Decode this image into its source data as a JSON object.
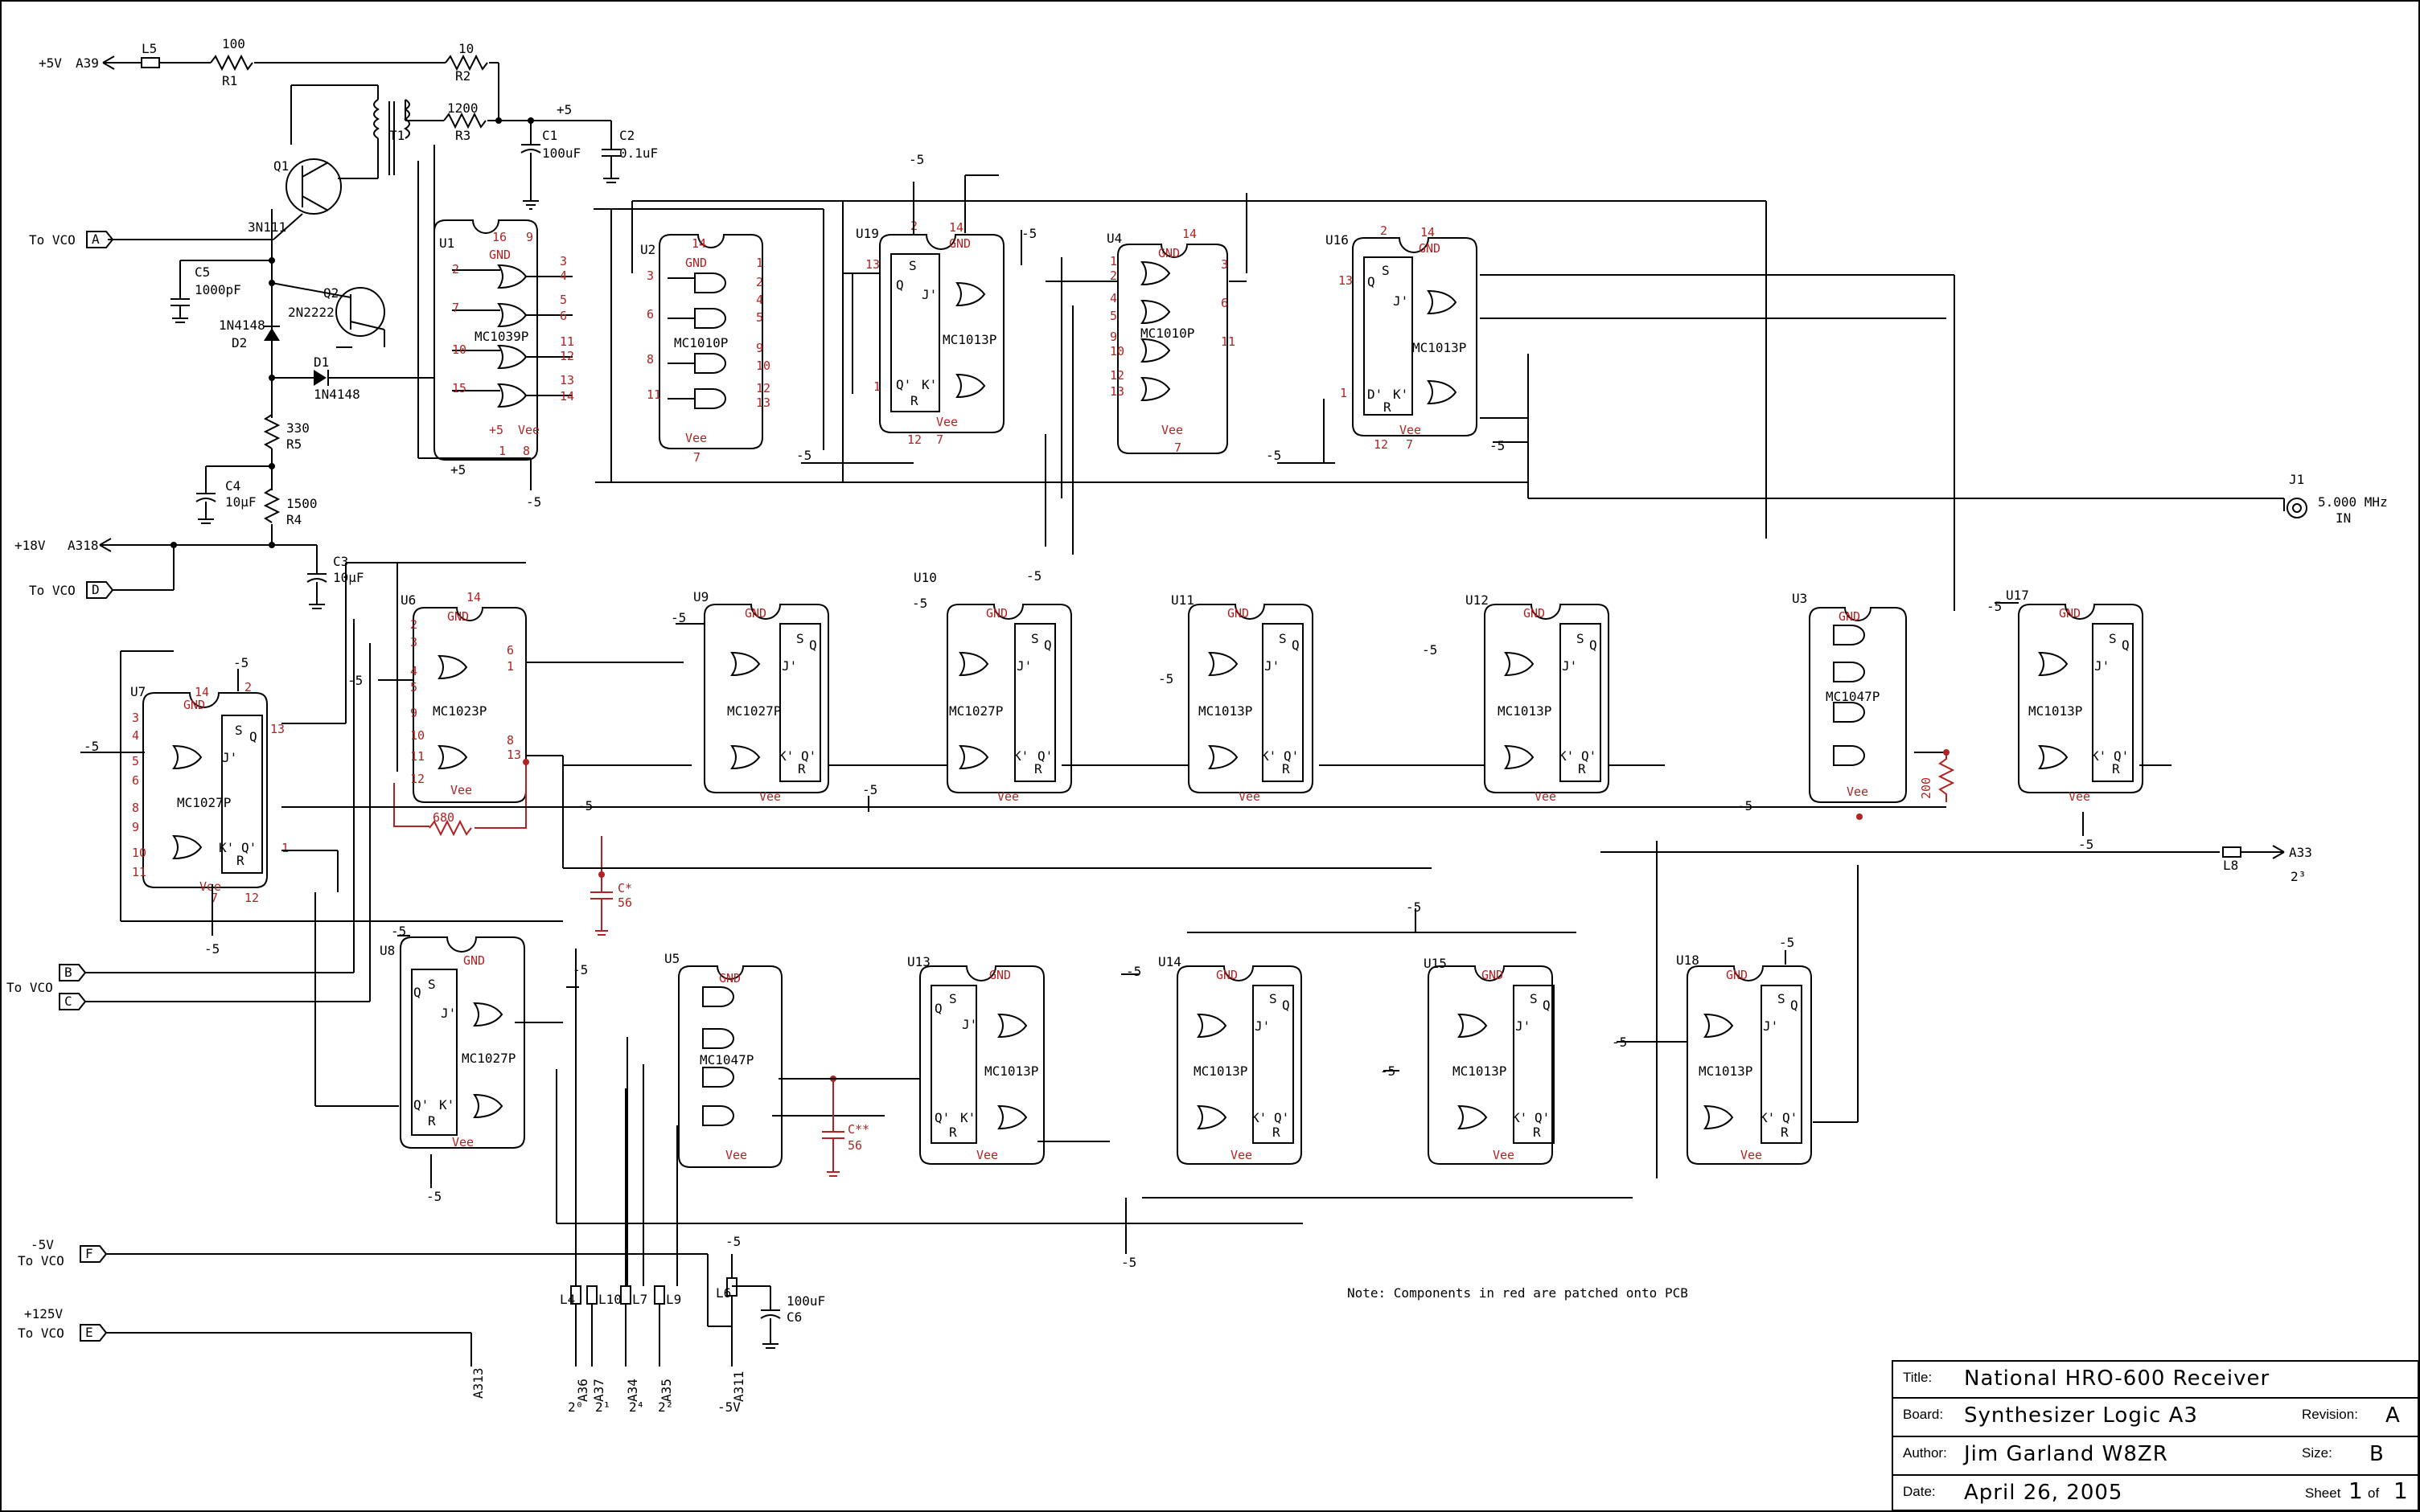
{
  "title_block": {
    "title_label": "Title:",
    "title_value": "National HRO-600 Receiver",
    "board_label": "Board:",
    "board_value": "Synthesizer Logic  A3",
    "revision_label": "Revision:",
    "revision_value": "A",
    "author_label": "Author:",
    "author_value": "Jim Garland W8ZR",
    "size_label": "Size:",
    "size_value": "B",
    "date_label": "Date:",
    "date_value": "April 26, 2005",
    "sheet_label": "Sheet",
    "sheet_num": "1",
    "sheet_of": "of",
    "sheet_total": "1"
  },
  "note": "Note: Components in red are patched onto PCB",
  "ports": {
    "p5v": "+5V",
    "a39": "A39",
    "p18v": "+18V",
    "a318": "A318",
    "to_vco": "To VCO",
    "vco_a": "A",
    "vco_d": "D",
    "vco_b": "B",
    "vco_c": "C",
    "vco_f": "F",
    "vco_e": "E",
    "m5v": "-5V",
    "p125v": "+125V",
    "a313": "A313",
    "a36": "A36",
    "a37": "A37",
    "a34": "A34",
    "a35": "A35",
    "a311": "A311",
    "a33": "A33",
    "j1": "J1",
    "j1_freq": "5.000 MHz",
    "j1_in": "IN",
    "p20": "2⁰",
    "p21": "2¹",
    "p24": "2⁴",
    "p22": "2²",
    "p23": "2³",
    "m5": "-5",
    "p5": "+5"
  },
  "components": {
    "l5": "L5",
    "r1_val": "100",
    "r1": "R1",
    "r2_val": "10",
    "r2": "R2",
    "r3_val": "1200",
    "r3": "R3",
    "c1": "C1",
    "c1_val": "100uF",
    "c2": "C2",
    "c2_val": "0.1uF",
    "q1": "Q1",
    "q1_part": "3N111",
    "t1": "T1",
    "c5": "C5",
    "c5_val": "1000pF",
    "q2": "Q2",
    "q2_part": "2N2222",
    "d2_part": "1N4148",
    "d2": "D2",
    "d1": "D1",
    "d1_part": "1N4148",
    "r5_val": "330",
    "r5": "R5",
    "c4": "C4",
    "c4_val": "10µF",
    "r4_val": "1500",
    "r4": "R4",
    "c3": "C3",
    "c3_val": "10µF",
    "r680": "680",
    "cstar": "C*",
    "cstar_val": "56",
    "cstar2": "C**",
    "cstar2_val": "56",
    "r200": "200",
    "l8": "L8",
    "l4": "L4",
    "l10": "L10",
    "l7": "L7",
    "l9": "L9",
    "l6": "L6",
    "c6": "C6",
    "c6_val": "100uF"
  },
  "chips": [
    {
      "ref": "U1",
      "part": "MC1039P"
    },
    {
      "ref": "U2",
      "part": "MC1010P"
    },
    {
      "ref": "U19",
      "part": "MC1013P"
    },
    {
      "ref": "U4",
      "part": "MC1010P"
    },
    {
      "ref": "U16",
      "part": "MC1013P"
    },
    {
      "ref": "U6",
      "part": "MC1023P"
    },
    {
      "ref": "U7",
      "part": "MC1027P"
    },
    {
      "ref": "U9",
      "part": "MC1027P"
    },
    {
      "ref": "U10",
      "part": "MC1027P"
    },
    {
      "ref": "U11",
      "part": "MC1013P"
    },
    {
      "ref": "U12",
      "part": "MC1013P"
    },
    {
      "ref": "U3",
      "part": "MC1047P"
    },
    {
      "ref": "U17",
      "part": "MC1013P"
    },
    {
      "ref": "U8",
      "part": "MC1027P"
    },
    {
      "ref": "U5",
      "part": "MC1047P"
    },
    {
      "ref": "U13",
      "part": "MC1013P"
    },
    {
      "ref": "U14",
      "part": "MC1013P"
    },
    {
      "ref": "U15",
      "part": "MC1013P"
    },
    {
      "ref": "U18",
      "part": "MC1013P"
    }
  ],
  "pins": {
    "gnd": "GND",
    "vee": "Vee",
    "s": "S",
    "q": "Q",
    "r": "R",
    "j": "J'",
    "k": "K'",
    "qn": "Q'",
    "dn": "D'"
  }
}
